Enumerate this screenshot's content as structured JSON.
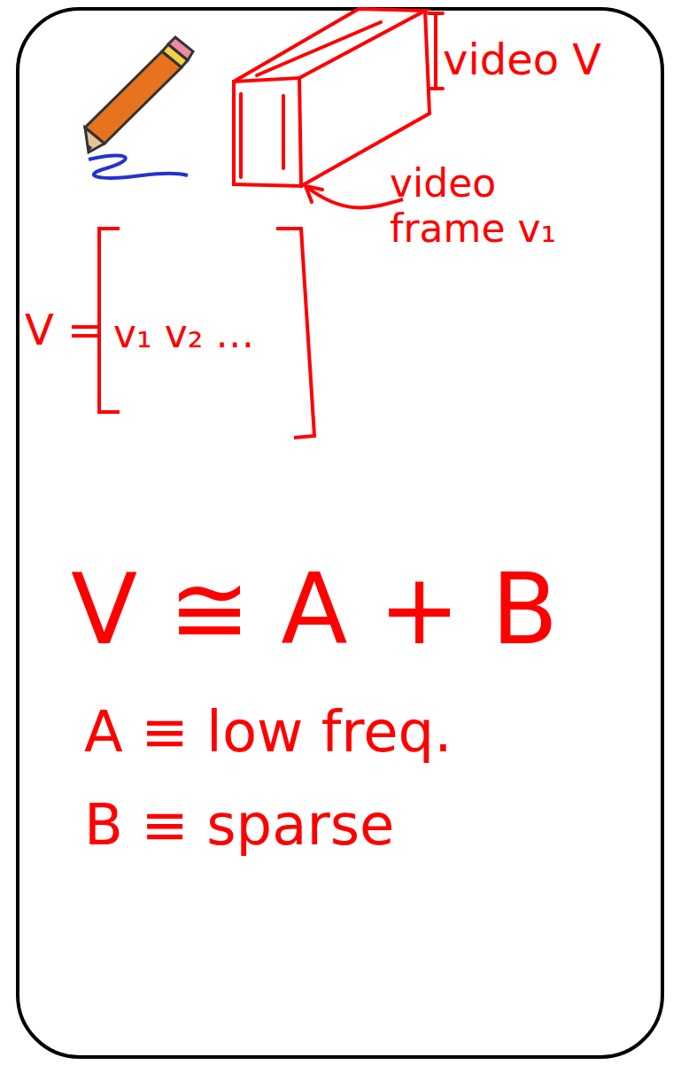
{
  "diagram": {
    "labels": [
      "video V",
      "video frame v₁",
      "V =",
      "v₁ v₂ …",
      "V ≅ A + B",
      "A ≡ low freq.",
      "B ≡ sparse"
    ]
  }
}
